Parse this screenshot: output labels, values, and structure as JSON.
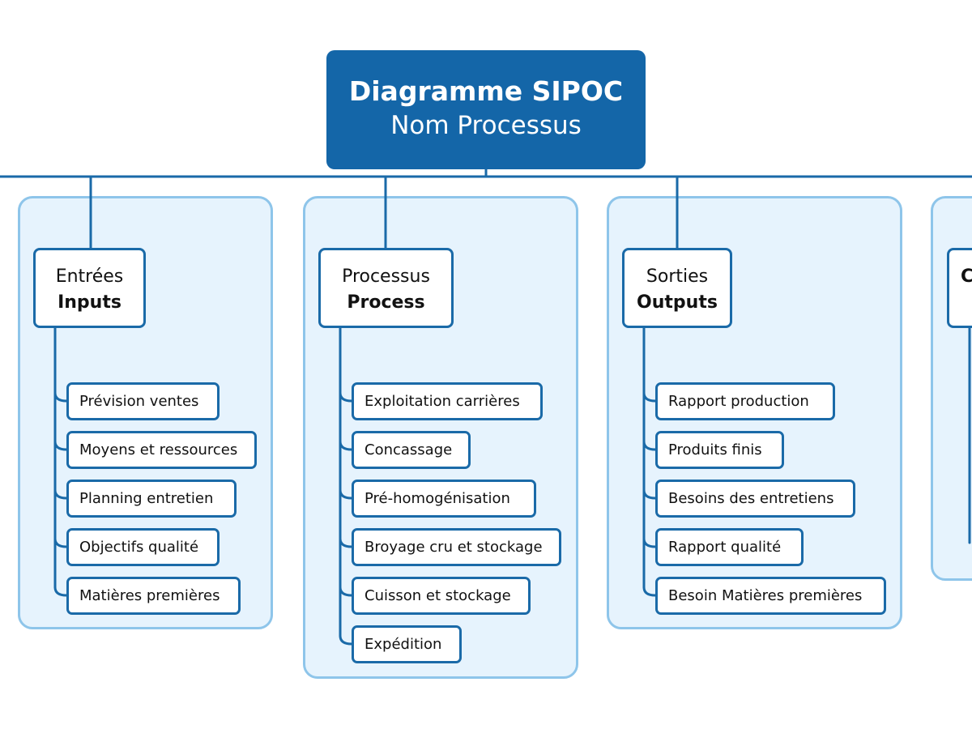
{
  "title": {
    "main": "Diagramme SIPOC",
    "sub": "Nom Processus"
  },
  "columns": [
    {
      "header_fr": "Entrées",
      "header_en": "Inputs",
      "items": [
        "Prévision ventes",
        "Moyens et ressources",
        "Planning entretien",
        "Objectifs qualité",
        "Matières premières"
      ]
    },
    {
      "header_fr": "Processus",
      "header_en": "Process",
      "items": [
        "Exploitation carrières",
        "Concassage",
        "Pré-homogénisation",
        "Broyage cru et stockage",
        "Cuisson et stockage",
        "Expédition"
      ]
    },
    {
      "header_fr": "Sorties",
      "header_en": "Outputs",
      "items": [
        "Rapport production",
        "Produits finis",
        "Besoins des entretiens",
        "Rapport qualité",
        "Besoin Matières premières"
      ]
    },
    {
      "header_fr": "",
      "header_en": "C",
      "items": []
    }
  ],
  "colors": {
    "title_bg": "#1466a8",
    "line": "#1a6aa8",
    "panel_bg": "#e6f3fd",
    "panel_border": "#8ec5ea"
  }
}
